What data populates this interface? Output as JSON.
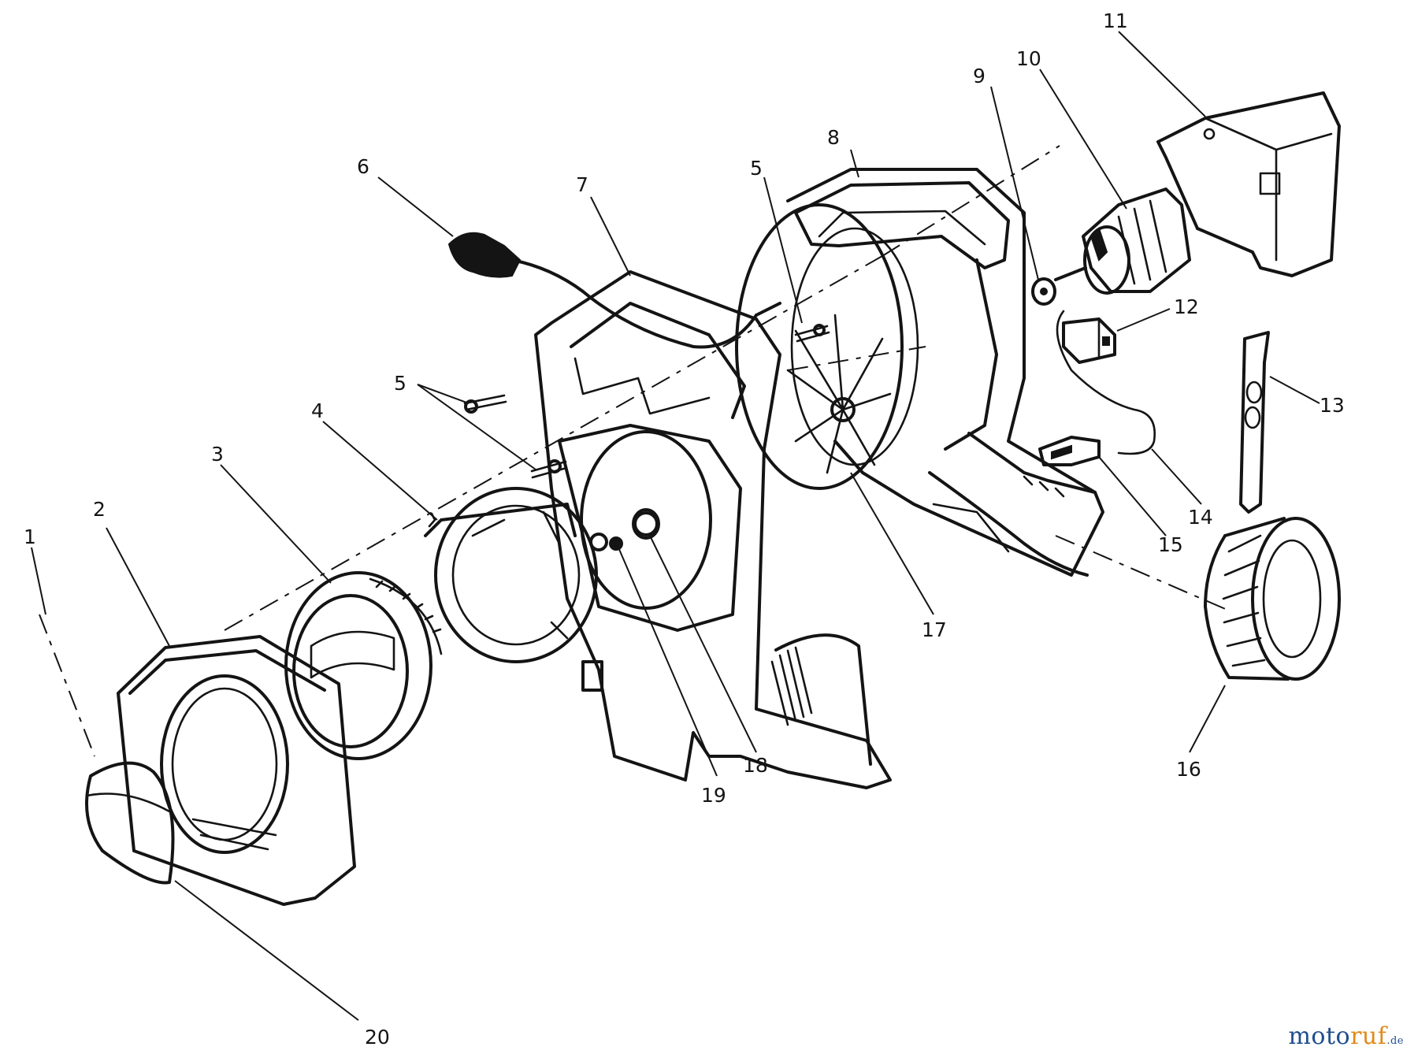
{
  "diagram": {
    "callouts": [
      "1",
      "2",
      "3",
      "4",
      "5",
      "5",
      "5",
      "6",
      "7",
      "8",
      "9",
      "10",
      "11",
      "12",
      "13",
      "14",
      "15",
      "16",
      "17",
      "18",
      "19",
      "20"
    ]
  },
  "watermark": {
    "main": "moto",
    "accent": "ruf",
    "tld": ".de"
  },
  "colors": {
    "line": "#141414",
    "background": "#ffffff",
    "watermark_main": "#1f4e8f",
    "watermark_accent": "#e08a1a"
  }
}
